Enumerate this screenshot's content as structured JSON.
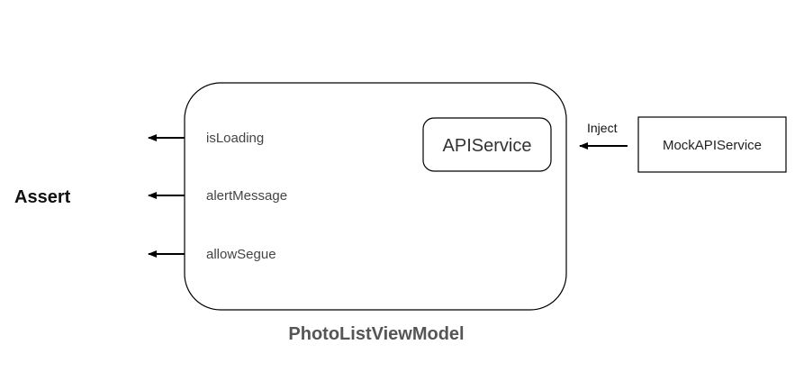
{
  "diagram": {
    "assert_label": "Assert",
    "view_model": {
      "title": "PhotoListViewModel",
      "properties": [
        "isLoading",
        "alertMessage",
        "allowSegue"
      ]
    },
    "api_service_label": "APIService",
    "mock_service_label": "MockAPIService",
    "inject_label": "Inject"
  },
  "colors": {
    "stroke": "#000000",
    "property_text": "#444444",
    "title_text": "#555555",
    "label_text": "#111111"
  }
}
